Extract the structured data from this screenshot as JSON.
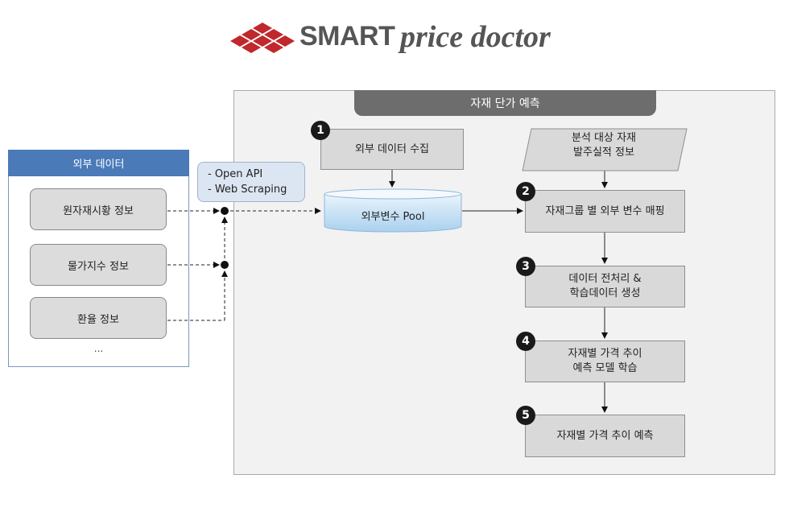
{
  "logo": {
    "brand_bold": "SMART",
    "brand_italic": "price doctor",
    "mark_color": "#c0282d"
  },
  "main_panel": {
    "title": "자재 단가 예측"
  },
  "external": {
    "header": "외부 데이터",
    "items": [
      "원자재시황 정보",
      "물가지수 정보",
      "환율 정보"
    ],
    "ellipsis": "..."
  },
  "api": {
    "lines": [
      "- Open API",
      "- Web Scraping"
    ]
  },
  "pool": {
    "label": "외부변수 Pool"
  },
  "collect": {
    "number": "1",
    "label": "외부 데이터 수집"
  },
  "order_info": {
    "lines": [
      "분석 대상 자재",
      "발주실적 정보"
    ]
  },
  "steps": [
    {
      "number": "2",
      "lines": [
        "자재그룹 별 외부 변수 매핑"
      ]
    },
    {
      "number": "3",
      "lines": [
        "데이터 전처리 &",
        "학습데이터 생성"
      ]
    },
    {
      "number": "4",
      "lines": [
        "자재별 가격 추이",
        "예측 모델 학습"
      ]
    },
    {
      "number": "5",
      "lines": [
        "자재별 가격 추이 예측"
      ]
    }
  ],
  "colors": {
    "header_blue": "#4a7ab8",
    "panel_gray": "#6d6d6d",
    "box_gray": "#d9d9d9",
    "api_blue": "#dce6f2"
  }
}
